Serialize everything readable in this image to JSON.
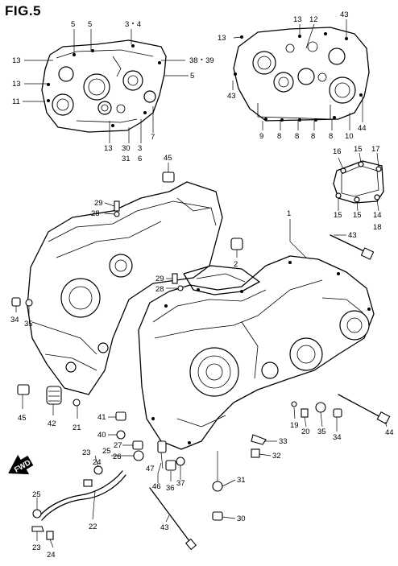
{
  "figure": {
    "title": "FIG.5",
    "front_label": "FWD"
  },
  "callouts": [
    {
      "id": "c-5a",
      "label": "5"
    },
    {
      "id": "c-5b",
      "label": "5"
    },
    {
      "id": "c-34",
      "label": "3・4"
    },
    {
      "id": "c-13a",
      "label": "13"
    },
    {
      "id": "c-3839",
      "label": "38・39"
    },
    {
      "id": "c-13b",
      "label": "13"
    },
    {
      "id": "c-5c",
      "label": "5"
    },
    {
      "id": "c-11",
      "label": "11"
    },
    {
      "id": "c-7",
      "label": "7"
    },
    {
      "id": "c-13c",
      "label": "13"
    },
    {
      "id": "c-30a",
      "label": "30"
    },
    {
      "id": "c-3",
      "label": "3"
    },
    {
      "id": "c-31a",
      "label": "31"
    },
    {
      "id": "c-6",
      "label": "6"
    },
    {
      "id": "c-13d",
      "label": "13"
    },
    {
      "id": "c-12",
      "label": "12"
    },
    {
      "id": "c-43a",
      "label": "43"
    },
    {
      "id": "c-13e",
      "label": "13"
    },
    {
      "id": "c-43b",
      "label": "43"
    },
    {
      "id": "c-9",
      "label": "9"
    },
    {
      "id": "c-8a",
      "label": "8"
    },
    {
      "id": "c-8b",
      "label": "8"
    },
    {
      "id": "c-8c",
      "label": "8"
    },
    {
      "id": "c-8d",
      "label": "8"
    },
    {
      "id": "c-10",
      "label": "10"
    },
    {
      "id": "c-44a",
      "label": "44"
    },
    {
      "id": "c-45a",
      "label": "45"
    },
    {
      "id": "c-16",
      "label": "16"
    },
    {
      "id": "c-15a",
      "label": "15"
    },
    {
      "id": "c-17",
      "label": "17"
    },
    {
      "id": "c-15b",
      "label": "15"
    },
    {
      "id": "c-15c",
      "label": "15"
    },
    {
      "id": "c-14",
      "label": "14"
    },
    {
      "id": "c-18",
      "label": "18"
    },
    {
      "id": "c-29a",
      "label": "29"
    },
    {
      "id": "c-28a",
      "label": "28"
    },
    {
      "id": "c-1",
      "label": "1"
    },
    {
      "id": "c-43c",
      "label": "43"
    },
    {
      "id": "c-2",
      "label": "2"
    },
    {
      "id": "c-29b",
      "label": "29"
    },
    {
      "id": "c-28b",
      "label": "28"
    },
    {
      "id": "c-34a",
      "label": "34"
    },
    {
      "id": "c-35a",
      "label": "35"
    },
    {
      "id": "c-45b",
      "label": "45"
    },
    {
      "id": "c-42",
      "label": "42"
    },
    {
      "id": "c-21",
      "label": "21"
    },
    {
      "id": "c-41",
      "label": "41"
    },
    {
      "id": "c-40",
      "label": "40"
    },
    {
      "id": "c-27",
      "label": "27"
    },
    {
      "id": "c-25a",
      "label": "25"
    },
    {
      "id": "c-26",
      "label": "26"
    },
    {
      "id": "c-23a",
      "label": "23"
    },
    {
      "id": "c-24a",
      "label": "24"
    },
    {
      "id": "c-47",
      "label": "47"
    },
    {
      "id": "c-46",
      "label": "46"
    },
    {
      "id": "c-36",
      "label": "36"
    },
    {
      "id": "c-37",
      "label": "37"
    },
    {
      "id": "c-19",
      "label": "19"
    },
    {
      "id": "c-20",
      "label": "20"
    },
    {
      "id": "c-35b",
      "label": "35"
    },
    {
      "id": "c-34b",
      "label": "34"
    },
    {
      "id": "c-44b",
      "label": "44"
    },
    {
      "id": "c-33",
      "label": "33"
    },
    {
      "id": "c-32",
      "label": "32"
    },
    {
      "id": "c-31b",
      "label": "31"
    },
    {
      "id": "c-30b",
      "label": "30"
    },
    {
      "id": "c-43d",
      "label": "43"
    },
    {
      "id": "c-25b",
      "label": "25"
    },
    {
      "id": "c-22",
      "label": "22"
    },
    {
      "id": "c-23b",
      "label": "23"
    },
    {
      "id": "c-24b",
      "label": "24"
    }
  ]
}
